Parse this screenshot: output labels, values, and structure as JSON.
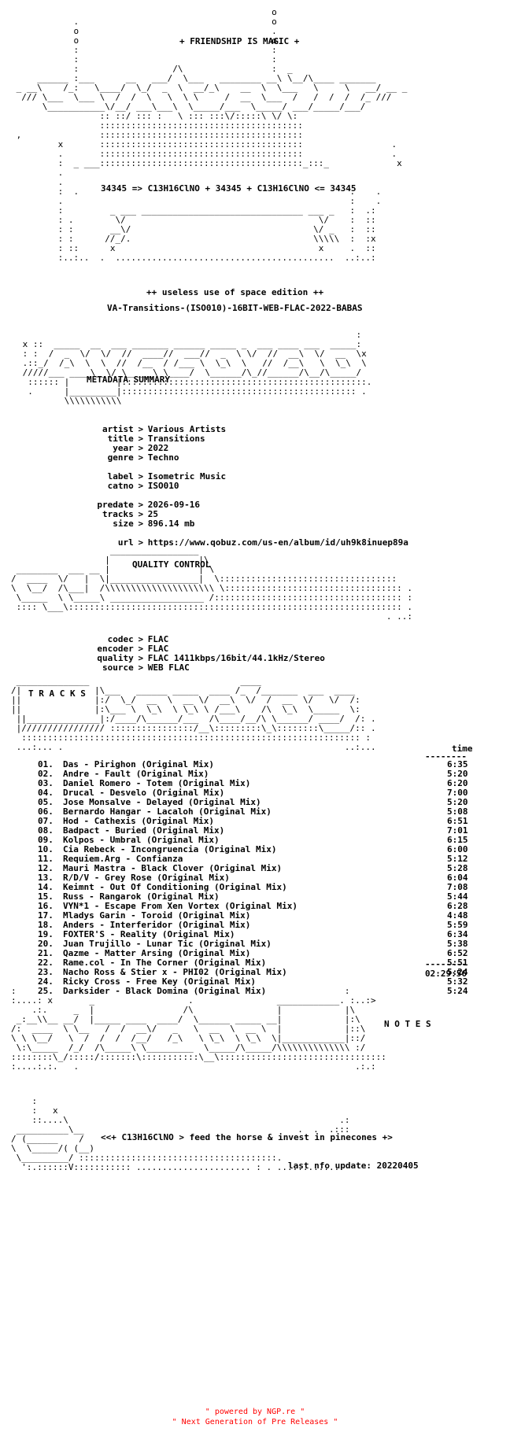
{
  "header": {
    "tagline": "+ FRIENDSHIP IS MAGIC +",
    "formula": "34345 => C13H16ClNO + 34345 + C13H16ClNO <= 34345",
    "edition": "++ useless use of space edition ++",
    "release": "VA-Transitions-(ISO010)-16BIT-WEB-FLAC-2022-BABAS"
  },
  "metadata": {
    "section_title": "METADATA SUMMARY",
    "artist_label": "artist",
    "artist": "Various Artists",
    "title_label": "title",
    "title": "Transitions",
    "year_label": "year",
    "year": "2022",
    "genre_label": "genre",
    "genre": "Techno",
    "label_label": "label",
    "label": "Isometric Music",
    "catno_label": "catno",
    "catno": "ISO010",
    "predate_label": "predate",
    "predate": "2026-09-16",
    "tracks_label": "tracks",
    "tracks": "25",
    "size_label": "size",
    "size": "896.14 mb",
    "url_label": "url",
    "url": "https://www.qobuz.com/us-en/album/id/uh9k8inuep89a"
  },
  "quality": {
    "section_title": "QUALITY CONTROL",
    "codec_label": "codec",
    "codec": "FLAC",
    "encoder_label": "encoder",
    "encoder": "FLAC",
    "quality_label": "quality",
    "quality": "FLAC 1411kbps/16bit/44.1kHz/Stereo",
    "source_label": "source",
    "source": "WEB FLAC"
  },
  "tracks": {
    "section_title": "T R A C K S",
    "time_header": "time",
    "total": "02:29:56",
    "list": [
      {
        "n": "01.",
        "t": "Das - Pirighon  (Original Mix)",
        "d": "6:35"
      },
      {
        "n": "02.",
        "t": "Andre - Fault  (Original Mix)",
        "d": "5:20"
      },
      {
        "n": "03.",
        "t": "Daniel Romero - Totem  (Original Mix)",
        "d": "6:20"
      },
      {
        "n": "04.",
        "t": "Drucal - Desvelo  (Original Mix)",
        "d": "7:00"
      },
      {
        "n": "05.",
        "t": "Jose Monsalve - Delayed  (Original Mix)",
        "d": "5:20"
      },
      {
        "n": "06.",
        "t": "Bernardo Hangar - Lacaloh  (Original Mix)",
        "d": "5:08"
      },
      {
        "n": "07.",
        "t": "Hod - Cathexis  (Original Mix)",
        "d": "6:51"
      },
      {
        "n": "08.",
        "t": "Badpact - Buried  (Original Mix)",
        "d": "7:01"
      },
      {
        "n": "09.",
        "t": "Kolpos - Umbral  (Original Mix)",
        "d": "6:15"
      },
      {
        "n": "10.",
        "t": "Cia Rebeck - Incongruencia  (Original Mix)",
        "d": "6:00"
      },
      {
        "n": "11.",
        "t": "Requiem.Arg - Confianza",
        "d": "5:12"
      },
      {
        "n": "12.",
        "t": "Mauri Mastra - Black Clover  (Original Mix)",
        "d": "5:28"
      },
      {
        "n": "13.",
        "t": "R/D/V - Grey Rose  (Original Mix)",
        "d": "6:04"
      },
      {
        "n": "14.",
        "t": "Keimnt - Out Of Conditioning  (Original Mix)",
        "d": "7:08"
      },
      {
        "n": "15.",
        "t": "Russ - Rangarok  (Original Mix)",
        "d": "5:44"
      },
      {
        "n": "16.",
        "t": "VYN*1 - Escape From Xen Vortex  (Original Mix)",
        "d": "6:28"
      },
      {
        "n": "17.",
        "t": "Mladys Garin - Toroid  (Original Mix)",
        "d": "4:48"
      },
      {
        "n": "18.",
        "t": "Anders - Interferidor  (Original Mix)",
        "d": "5:59"
      },
      {
        "n": "19.",
        "t": "FOXTER'S - Reality  (Original Mix)",
        "d": "6:34"
      },
      {
        "n": "20.",
        "t": "Juan Trujillo - Lunar Tic  (Original Mix)",
        "d": "5:38"
      },
      {
        "n": "21.",
        "t": "Qazme - Matter Arsing  (Original Mix)",
        "d": "6:52"
      },
      {
        "n": "22.",
        "t": "Rame.col - In The Corner  (Original Mix)",
        "d": "5:51"
      },
      {
        "n": "23.",
        "t": "Nacho Ross & Stier x - PHI02  (Original Mix)",
        "d": "5:24"
      },
      {
        "n": "24.",
        "t": "Ricky Cross - Free Key  (Original Mix)",
        "d": "5:32"
      },
      {
        "n": "25.",
        "t": "Darksider - Black Domina  (Original Mix)",
        "d": "5:24"
      }
    ]
  },
  "notes": {
    "section_title": "N O T E S"
  },
  "closing": {
    "slogan": "<<+ C13H16ClNO > feed the horse & invest in pinecones +>",
    "last_update": "last nfo update: 20220405"
  },
  "footer": {
    "line1": "\" powered by NGP.re \"",
    "line2": "\" Next Generation of Pre Releases \""
  }
}
